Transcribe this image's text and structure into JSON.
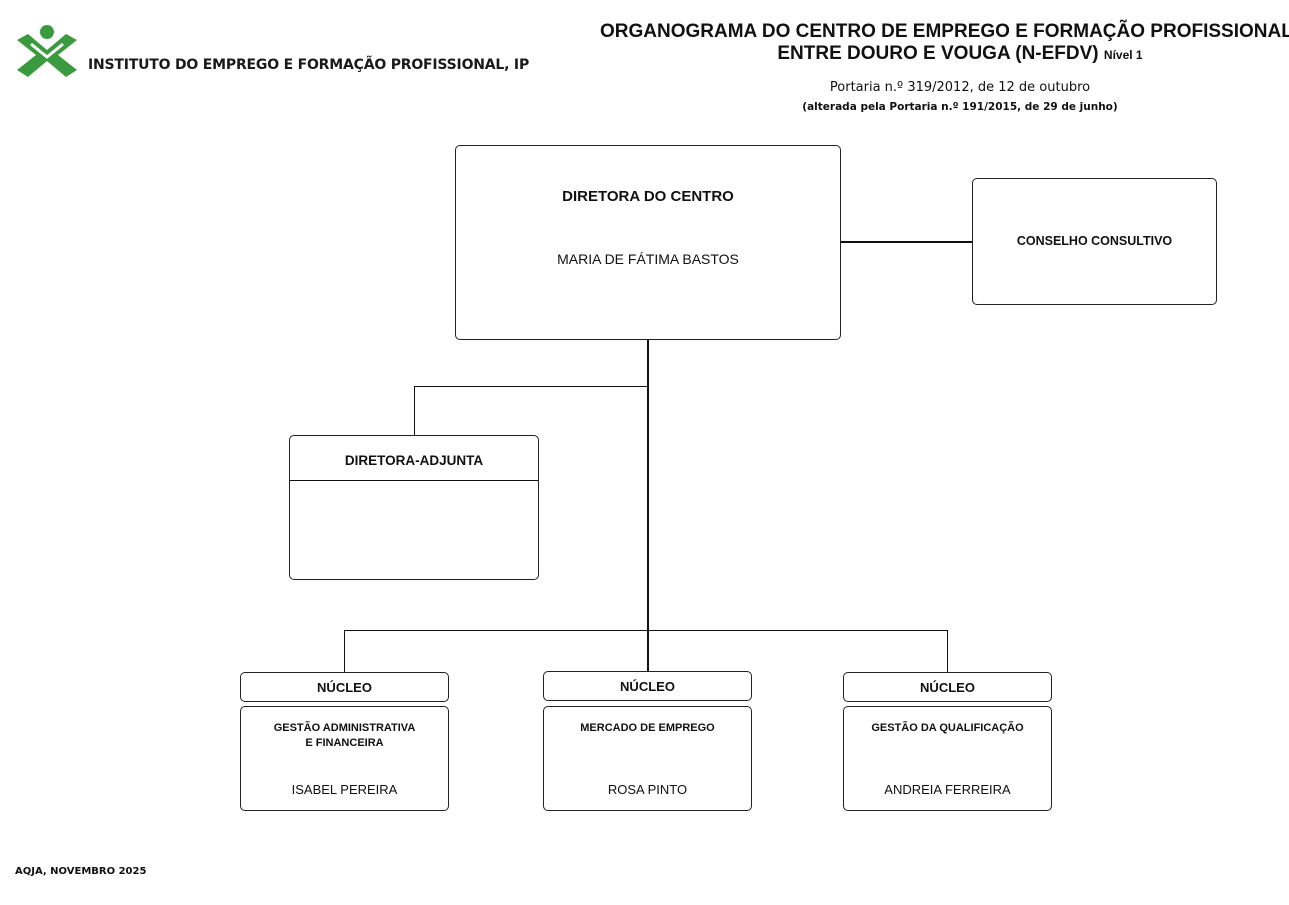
{
  "header": {
    "institute_name": "INSTITUTO DO EMPREGO E FORMAÇÃO PROFISSIONAL, IP",
    "title_line1": "ORGANOGRAMA DO  CENTRO DE EMPREGO E FORMAÇÃO PROFISSIONAL DE",
    "title_line2": "ENTRE DOURO E VOUGA (N-EFDV)",
    "level": "Nível 1",
    "portaria": "Portaria n.º 319/2012, de 12 de outubro",
    "portaria_amendment": "(alterada pela Portaria n.º 191/2015, de 29 de junho)"
  },
  "colors": {
    "logo_green": "#3a9a3e",
    "text": "#111111",
    "border": "#222222"
  },
  "director": {
    "title": "DIRETORA DO CENTRO",
    "name": "MARIA DE FÁTIMA BASTOS"
  },
  "council": {
    "title": "CONSELHO CONSULTIVO"
  },
  "deputy": {
    "title": "DIRETORA-ADJUNTA"
  },
  "units": [
    {
      "header": "NÚCLEO",
      "title_line1": "GESTÃO ADMINISTRATIVA",
      "title_line2": "E FINANCEIRA",
      "name": "ISABEL PEREIRA"
    },
    {
      "header": "NÚCLEO",
      "title_line1": "MERCADO DE EMPREGO",
      "title_line2": "",
      "name": "ROSA PINTO"
    },
    {
      "header": "NÚCLEO",
      "title_line1": "GESTÃO DA QUALIFICAÇÃO",
      "title_line2": "",
      "name": "ANDREIA FERREIRA"
    }
  ],
  "footer": {
    "text": "AQJA, NOVEMBRO 2025"
  }
}
